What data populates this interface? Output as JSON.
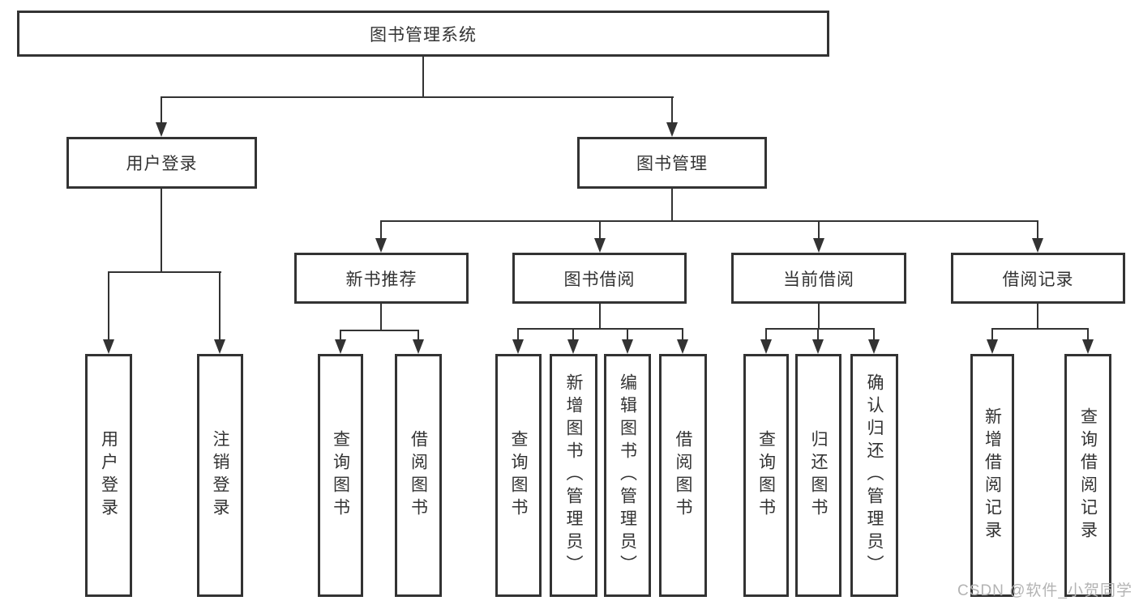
{
  "colors": {
    "line": "#333333",
    "text": "#333333",
    "box_background": "#ffffff",
    "page_background": "#ffffff",
    "watermark": "#b3b3b3"
  },
  "diagram": {
    "root": {
      "label": "图书管理系统"
    },
    "branches": [
      {
        "label": "用户登录",
        "children": [
          {
            "label": "用户登录"
          },
          {
            "label": "注销登录"
          }
        ]
      },
      {
        "label": "图书管理",
        "children": [
          {
            "label": "新书推荐",
            "children": [
              {
                "label": "查询图书"
              },
              {
                "label": "借阅图书"
              }
            ]
          },
          {
            "label": "图书借阅",
            "children": [
              {
                "label": "查询图书"
              },
              {
                "label": "新增图书（管理员）"
              },
              {
                "label": "编辑图书（管理员）"
              },
              {
                "label": "借阅图书"
              }
            ]
          },
          {
            "label": "当前借阅",
            "children": [
              {
                "label": "查询图书"
              },
              {
                "label": "归还图书"
              },
              {
                "label": "确认归还（管理员）"
              }
            ]
          },
          {
            "label": "借阅记录",
            "children": [
              {
                "label": "新增借阅记录"
              },
              {
                "label": "查询借阅记录"
              }
            ]
          }
        ]
      }
    ]
  },
  "watermark": {
    "text": "CSDN @软件_小贺同学"
  }
}
